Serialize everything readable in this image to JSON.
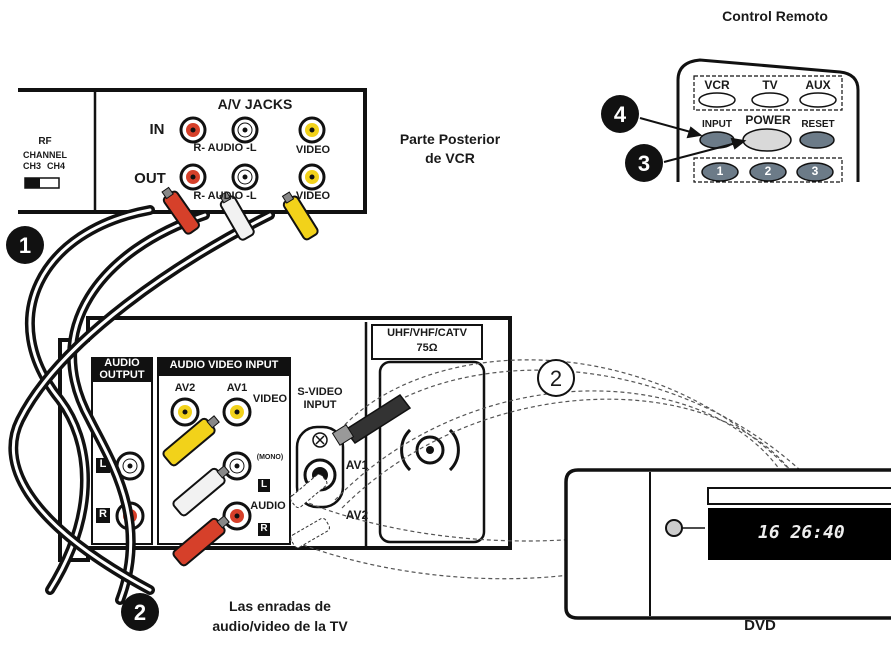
{
  "remote": {
    "title": "Control Remoto",
    "mode_vcr": "VCR",
    "mode_tv": "TV",
    "mode_aux": "AUX",
    "input": "INPUT",
    "power": "POWER",
    "reset": "RESET",
    "num_1": "1",
    "num_2": "2",
    "num_3": "3"
  },
  "vcr": {
    "caption_line1": "Parte Posterior",
    "caption_line2": "de VCR",
    "rf_label": "RF",
    "rf_channel": "CHANNEL",
    "rf_ch3": "CH3",
    "rf_ch4": "CH4",
    "av_jacks": "A/V JACKS",
    "in_label": "IN",
    "out_label": "OUT",
    "audio_in": "R- AUDIO -L",
    "audio_out": "R- AUDIO -L",
    "video_in": "VIDEO",
    "video_out": "VIDEO"
  },
  "tv": {
    "audio_output_1": "AUDIO",
    "audio_output_2": "OUTPUT",
    "avi_header": "AUDIO VIDEO INPUT",
    "av2": "AV2",
    "av1": "AV1",
    "video": "VIDEO",
    "mono": "(MONO)",
    "audio": "AUDIO",
    "l": "L",
    "r": "R",
    "svideo_1": "S-VIDEO",
    "svideo_2": "INPUT",
    "av1_side": "AV1",
    "av2_side": "AV2",
    "uhf": "UHF/VHF/CATV",
    "ohm": "75Ω",
    "caption_line1": "Las enradas de",
    "caption_line2": "audio/video de la TV"
  },
  "dvd": {
    "label": "DVD",
    "display": "16  26:40"
  },
  "steps": {
    "s1": "1",
    "s2": "2",
    "s3": "3",
    "s4": "4",
    "s2_circle": "2"
  },
  "colors": {
    "red": "#d6402a",
    "white": "#f2f2f2",
    "yellow": "#f2d21a",
    "black": "#1a1a1a"
  }
}
